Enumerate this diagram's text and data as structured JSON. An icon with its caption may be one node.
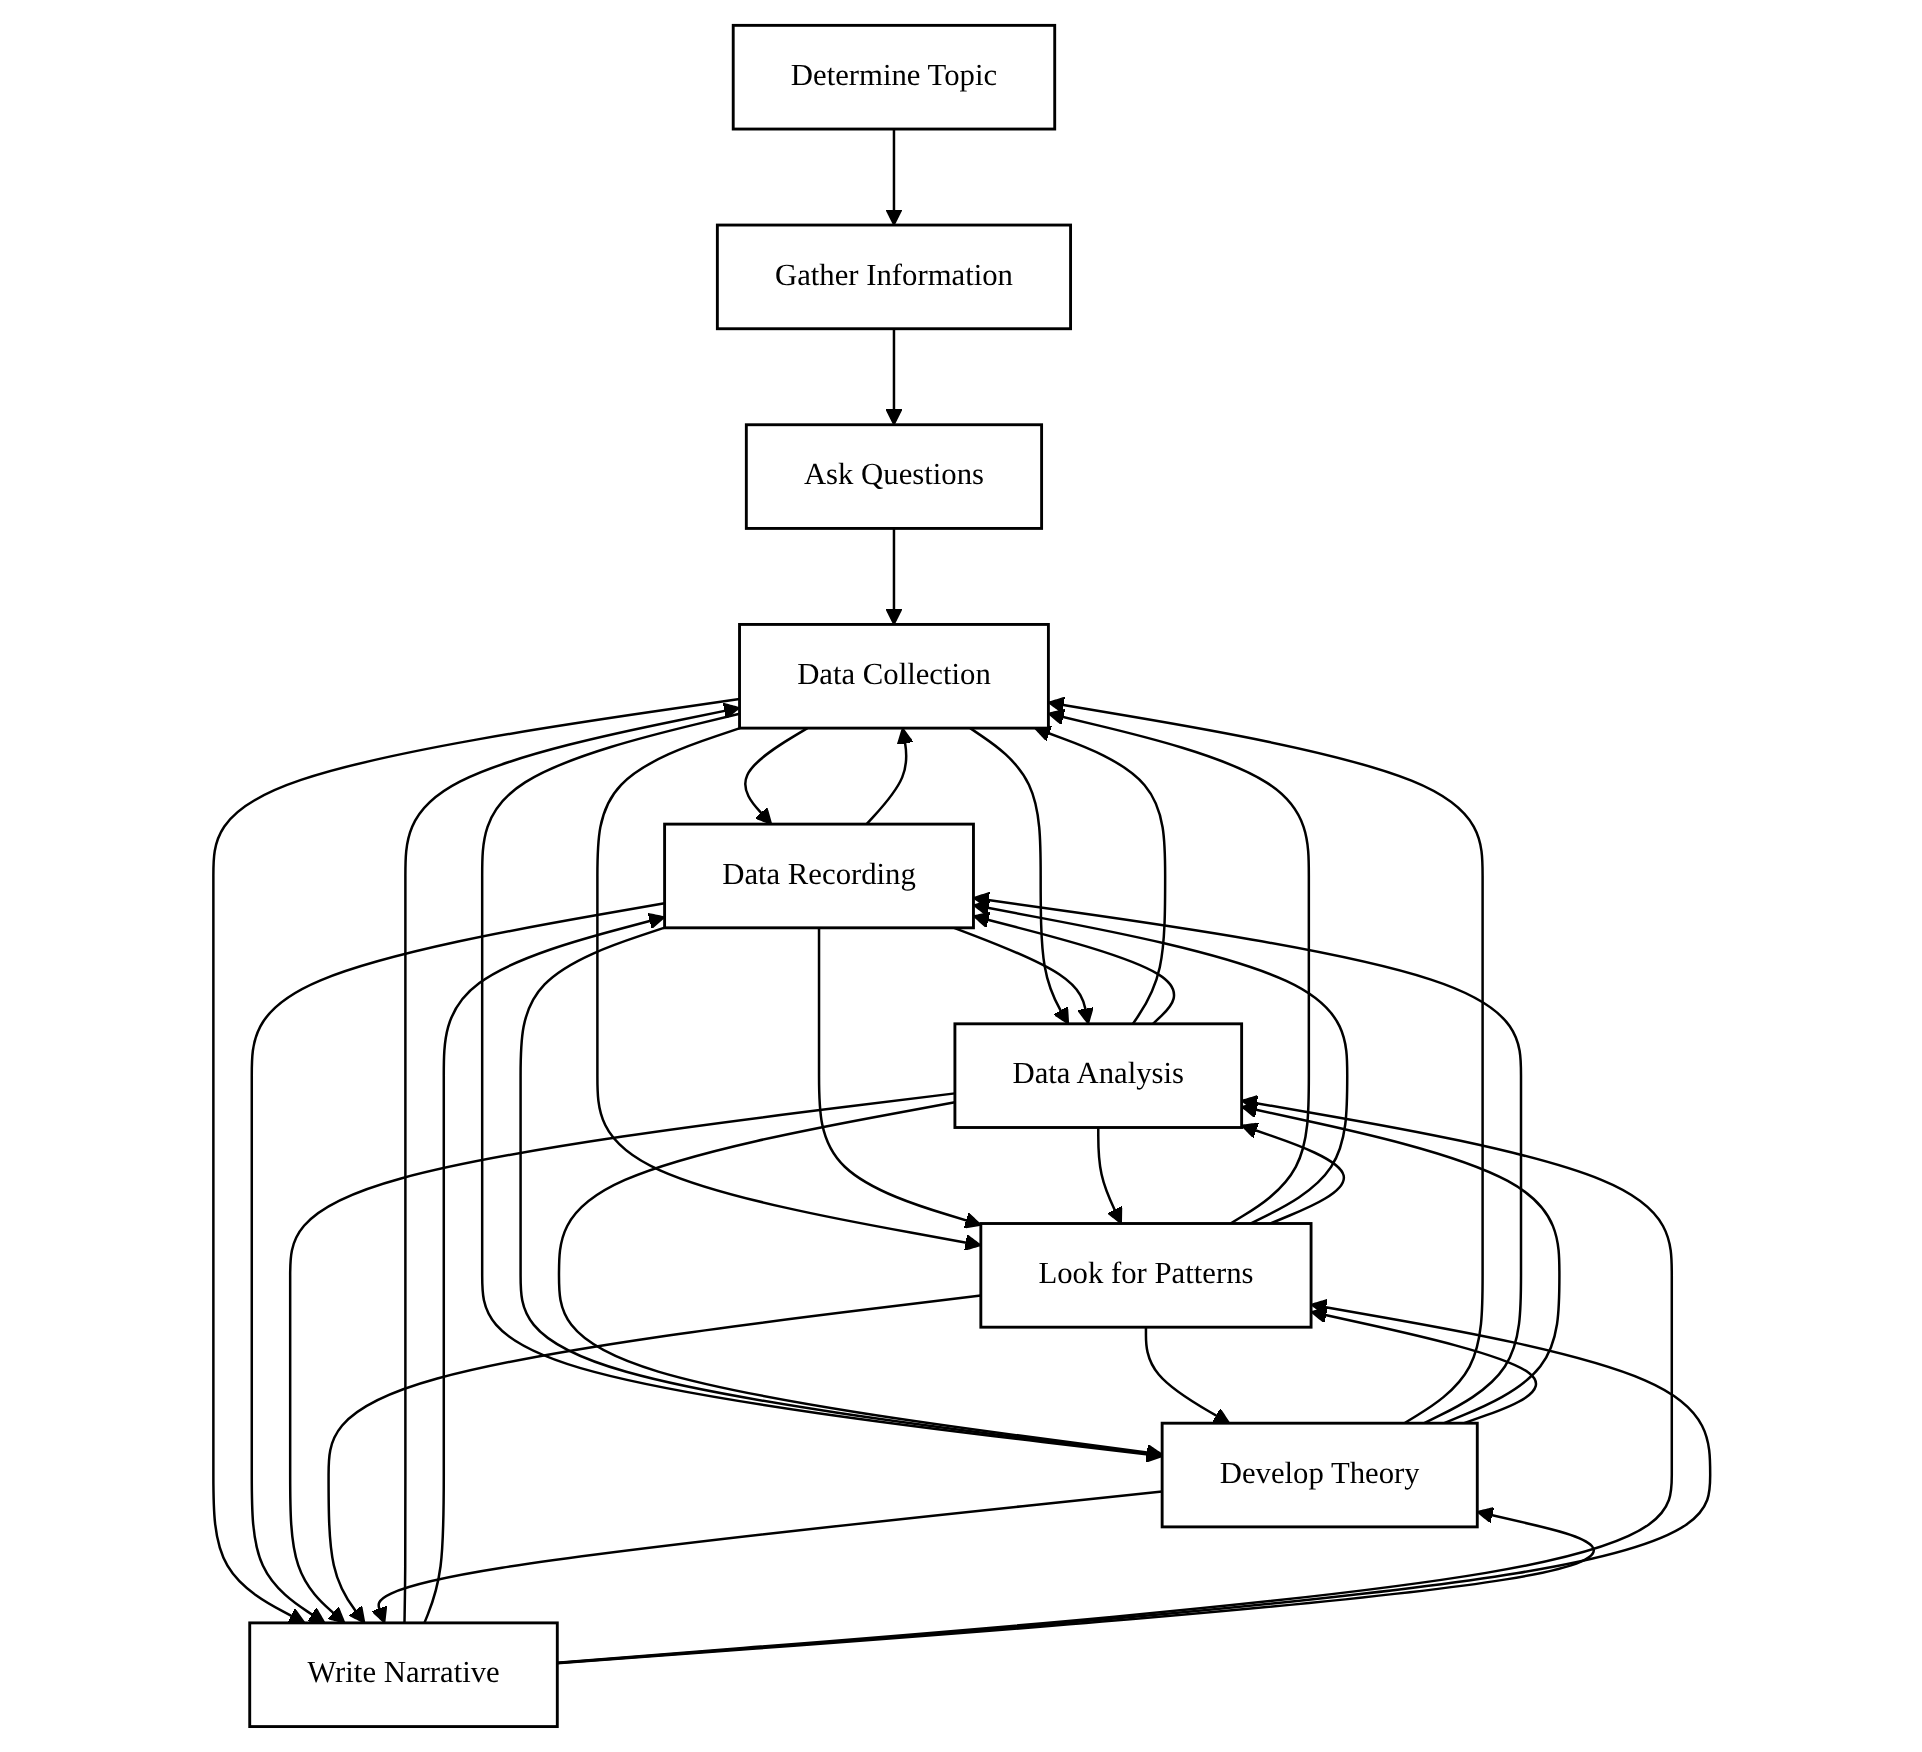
{
  "diagram": {
    "nodes": [
      {
        "text": [
          "Determine Topic"
        ]
      },
      {
        "text": [
          "Gather Information"
        ]
      },
      {
        "text": [
          "Ask Questions"
        ]
      },
      {
        "text": [
          "Data Collection"
        ]
      },
      {
        "text": [
          "Data Recording"
        ]
      },
      {
        "text": [
          "Data Analysis"
        ]
      },
      {
        "text": [
          "Look for Patterns"
        ]
      },
      {
        "text": [
          "Develop Theory"
        ]
      },
      {
        "text": [
          "Write Narrative"
        ]
      }
    ],
    "edges": [
      {
        "from": 0,
        "to": 1,
        "arrow": "to"
      },
      {
        "from": 1,
        "to": 2,
        "arrow": "to"
      },
      {
        "from": 2,
        "to": 3,
        "arrow": "to"
      },
      {
        "from": 3,
        "to": 4,
        "arrow": "to"
      },
      {
        "from": 3,
        "to": 5,
        "arrow": "to"
      },
      {
        "from": 3,
        "to": 6,
        "arrow": "to"
      },
      {
        "from": 3,
        "to": 7,
        "arrow": "to"
      },
      {
        "from": 3,
        "to": 8,
        "arrow": "to"
      },
      {
        "from": 4,
        "to": 5,
        "arrow": "to"
      },
      {
        "from": 4,
        "to": 6,
        "arrow": "to"
      },
      {
        "from": 4,
        "to": 7,
        "arrow": "to"
      },
      {
        "from": 4,
        "to": 8,
        "arrow": "to"
      },
      {
        "from": 5,
        "to": 6,
        "arrow": "to"
      },
      {
        "from": 5,
        "to": 7,
        "arrow": "to"
      },
      {
        "from": 5,
        "to": 8,
        "arrow": "to"
      },
      {
        "from": 6,
        "to": 7,
        "arrow": "to"
      },
      {
        "from": 6,
        "to": 8,
        "arrow": "to"
      },
      {
        "from": 7,
        "to": 8,
        "arrow": "to"
      },
      {
        "from": 4,
        "to": 3,
        "arrow": "to"
      },
      {
        "from": 5,
        "to": 3,
        "arrow": "to"
      },
      {
        "from": 5,
        "to": 4,
        "arrow": "to"
      },
      {
        "from": 6,
        "to": 3,
        "arrow": "to"
      },
      {
        "from": 6,
        "to": 4,
        "arrow": "to"
      },
      {
        "from": 6,
        "to": 5,
        "arrow": "to"
      },
      {
        "from": 7,
        "to": 3,
        "arrow": "to"
      },
      {
        "from": 7,
        "to": 4,
        "arrow": "to"
      },
      {
        "from": 7,
        "to": 5,
        "arrow": "to"
      },
      {
        "from": 7,
        "to": 6,
        "arrow": "to"
      },
      {
        "from": 8,
        "to": 3,
        "arrow": "to"
      },
      {
        "from": 8,
        "to": 4,
        "arrow": "to"
      },
      {
        "from": 8,
        "to": 5,
        "arrow": "to"
      },
      {
        "from": 8,
        "to": 6,
        "arrow": "to"
      },
      {
        "from": 8,
        "to": 7,
        "arrow": "to"
      }
    ]
  }
}
